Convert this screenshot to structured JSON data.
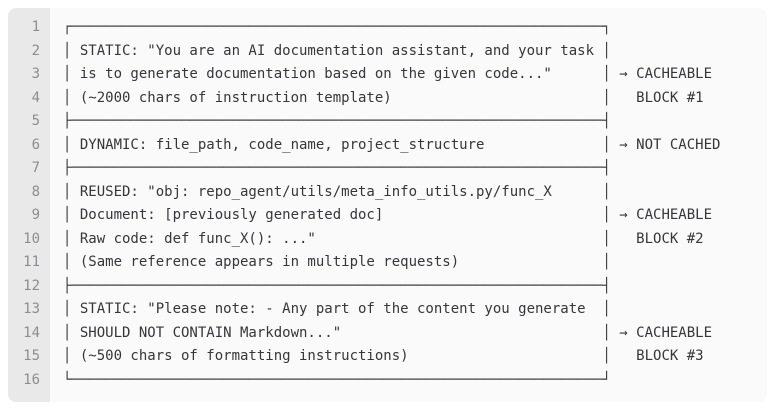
{
  "theme": {
    "page-bg": "#ffffff",
    "block-bg": "#fafafa",
    "gutter-bg": "#e9e9ea",
    "text-color": "#36363b",
    "line-number-color": "#8d8d92"
  },
  "code_block": {
    "lines": [
      {
        "number": "1",
        "text": "┌───────────────────────────────────────────────────────────────┐"
      },
      {
        "number": "2",
        "text": "│ STATIC: \"You are an AI documentation assistant, and your task │"
      },
      {
        "number": "3",
        "text": "│ is to generate documentation based on the given code...\"      │ → CACHEABLE"
      },
      {
        "number": "4",
        "text": "│ (~2000 chars of instruction template)                         │   BLOCK #1"
      },
      {
        "number": "5",
        "text": "├───────────────────────────────────────────────────────────────┤"
      },
      {
        "number": "6",
        "text": "│ DYNAMIC: file_path, code_name, project_structure              │ → NOT CACHED"
      },
      {
        "number": "7",
        "text": "├───────────────────────────────────────────────────────────────┤"
      },
      {
        "number": "8",
        "text": "│ REUSED: \"obj: repo_agent/utils/meta_info_utils.py/func_X      │"
      },
      {
        "number": "9",
        "text": "│ Document: [previously generated doc]                          │ → CACHEABLE"
      },
      {
        "number": "10",
        "text": "│ Raw code: def func_X(): ...\"                                  │   BLOCK #2"
      },
      {
        "number": "11",
        "text": "│ (Same reference appears in multiple requests)                 │"
      },
      {
        "number": "12",
        "text": "├───────────────────────────────────────────────────────────────┤"
      },
      {
        "number": "13",
        "text": "│ STATIC: \"Please note: - Any part of the content you generate  │"
      },
      {
        "number": "14",
        "text": "│ SHOULD NOT CONTAIN Markdown...\"                               │ → CACHEABLE"
      },
      {
        "number": "15",
        "text": "│ (~500 chars of formatting instructions)                       │   BLOCK #3"
      },
      {
        "number": "16",
        "text": "└───────────────────────────────────────────────────────────────┘"
      }
    ]
  }
}
